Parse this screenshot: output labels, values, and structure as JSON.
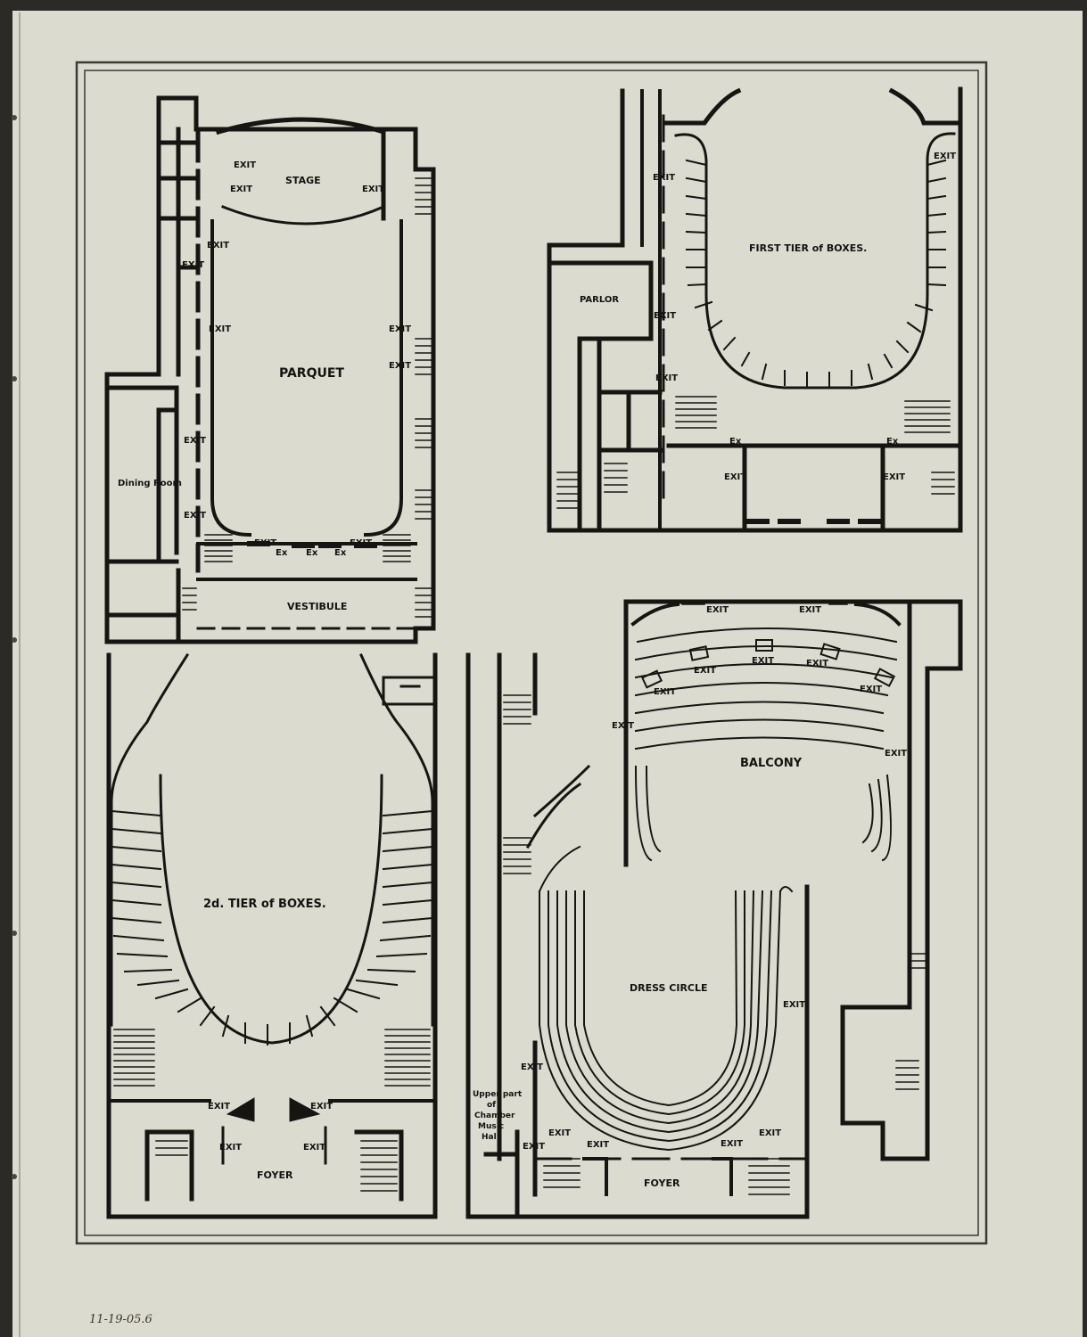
{
  "colors": {
    "paper": "#dcdbd0",
    "ink": "#161512",
    "edge": "#2b2a26",
    "frame": "#3b3a35"
  },
  "parquet_plan": {
    "title": "PARQUET",
    "stage": "STAGE",
    "vestibule": "VESTIBULE",
    "dining_room": "Dining Room",
    "exit": "EXIT",
    "ex": "Ex"
  },
  "first_tier_plan": {
    "title": "FIRST TIER of BOXES.",
    "parlor": "PARLOR",
    "exit": "EXIT",
    "ex": "Ex"
  },
  "second_tier_plan": {
    "title": "2d. TIER of BOXES.",
    "foyer": "FOYER",
    "exit": "EXIT"
  },
  "balcony_plan": {
    "balcony": "BALCONY",
    "dress_circle": "DRESS CIRCLE",
    "foyer": "FOYER",
    "chamber_music_hall": [
      "Upper part",
      "of",
      "Chamber",
      "Music",
      "Hall"
    ],
    "exit": "EXIT"
  },
  "annotation": "11-19-05.6"
}
